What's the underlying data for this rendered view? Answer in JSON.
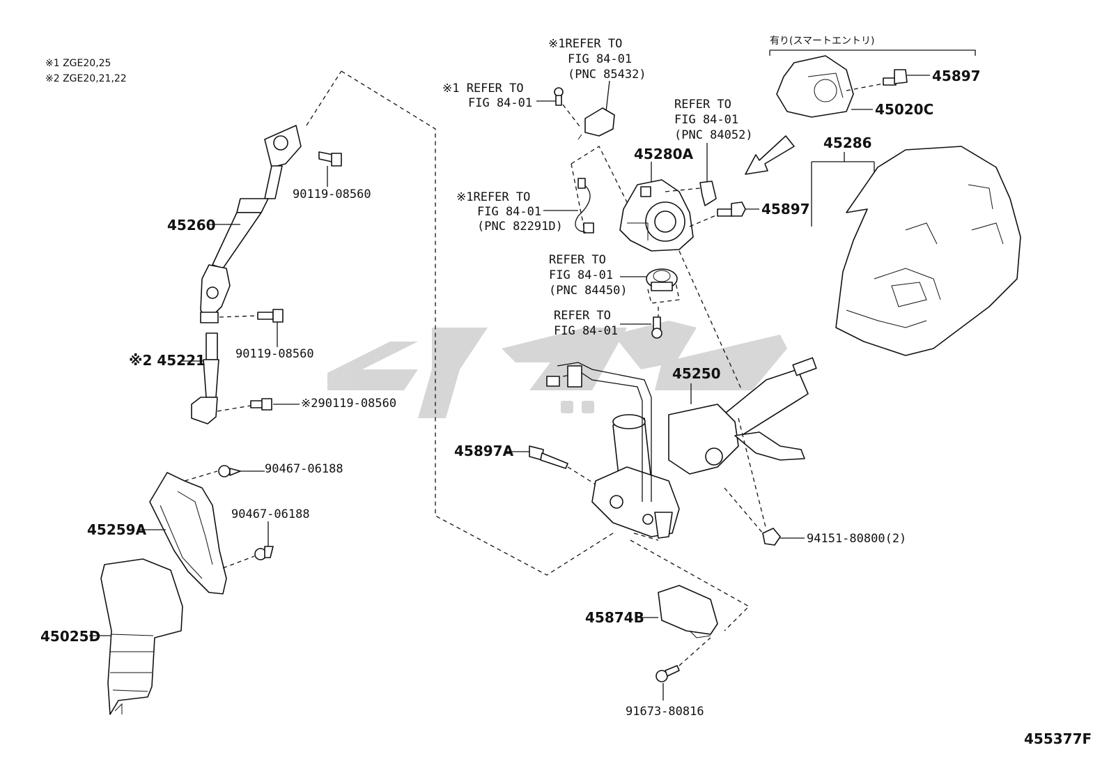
{
  "notes": {
    "note1": "※1 ZGE20,25",
    "note2": "※2 ZGE20,21,22"
  },
  "smart_entry_label": "有り(スマートエントリ)",
  "figure_id": "455377F",
  "labels": {
    "l45260": "45260",
    "l90119_a": "90119-08560",
    "l90119_b": "90119-08560",
    "l45221": "※2 45221",
    "l90119_c": "※290119-08560",
    "l90467_a": "90467-06188",
    "l90467_b": "90467-06188",
    "l45259A": "45259A",
    "l45025D": "45025D",
    "l45897_top": "45897",
    "l45020C": "45020C",
    "l45286": "45286",
    "l45280A": "45280A",
    "l45897_mid": "45897",
    "l45250": "45250",
    "l45897A": "45897A",
    "l94151": "94151-80800(2)",
    "l45874B": "45874B",
    "l91673": "91673-80816"
  },
  "refs": {
    "r85432": [
      "※1REFER TO",
      "FIG 84-01",
      "(PNC 85432)"
    ],
    "r_left": [
      "※1 REFER TO",
      "FIG 84-01"
    ],
    "r84052": [
      "REFER TO",
      "FIG 84-01",
      "(PNC 84052)"
    ],
    "r82291D": [
      "※1REFER TO",
      "FIG 84-01",
      "(PNC 82291D)"
    ],
    "r84450": [
      "REFER TO",
      "FIG 84-01",
      "(PNC 84450)"
    ],
    "r_plain": [
      "REFER TO",
      "FIG 84-01"
    ]
  }
}
